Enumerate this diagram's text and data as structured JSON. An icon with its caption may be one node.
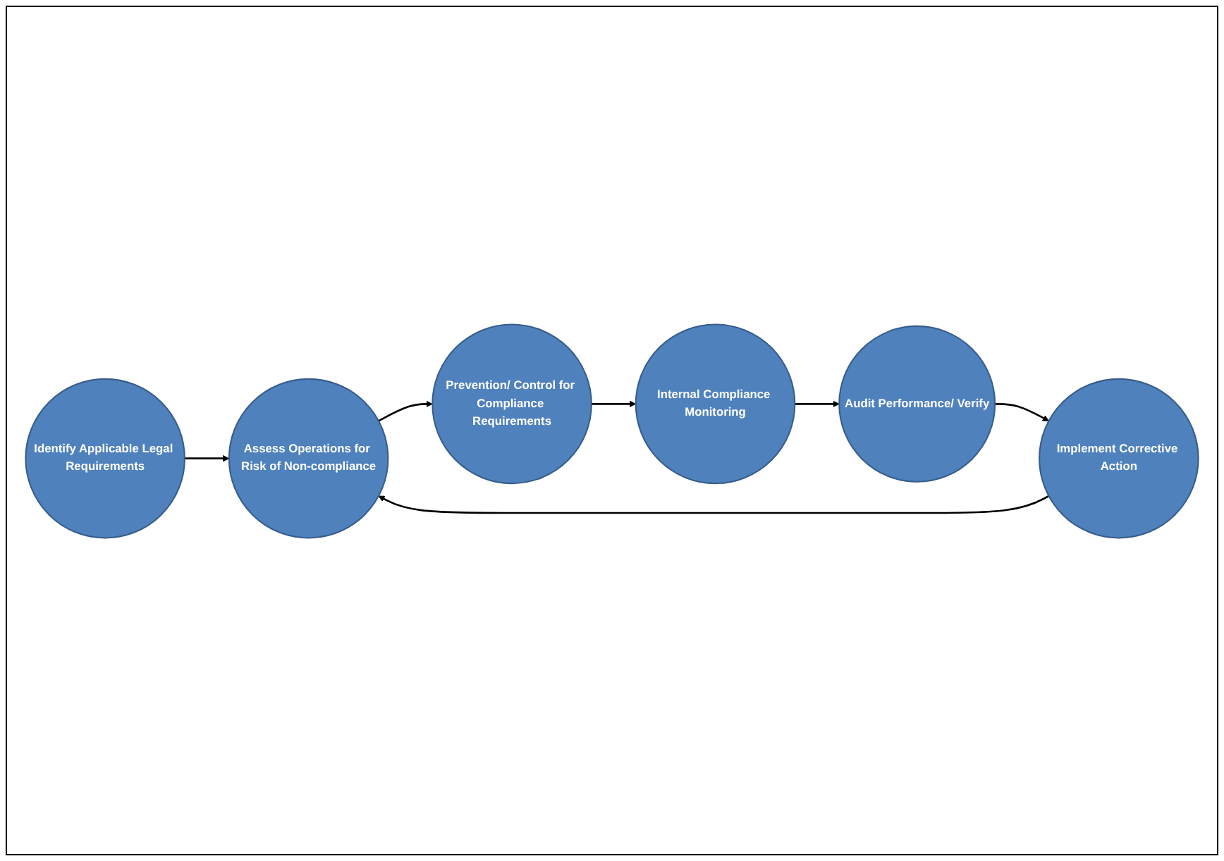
{
  "diagram": {
    "nodes": [
      {
        "text": [
          "Identify Applicable Legal Requirements"
        ]
      },
      {
        "text": [
          "Assess Operations for Risk of Non-compliance"
        ]
      },
      {
        "text": [
          "Prevention/ Control for Compliance Requirements"
        ]
      },
      {
        "text": [
          "Internal Compliance Monitoring"
        ]
      },
      {
        "text": [
          "Audit Performance/ Verify"
        ]
      },
      {
        "text": [
          "Implement Corrective Action"
        ]
      }
    ],
    "edges": [
      {
        "from": 0,
        "to": 1,
        "arrow": "to"
      },
      {
        "from": 1,
        "to": 2,
        "arrow": "to"
      },
      {
        "from": 2,
        "to": 3,
        "arrow": "to"
      },
      {
        "from": 3,
        "to": 4,
        "arrow": "to"
      },
      {
        "from": 4,
        "to": 5,
        "arrow": "to"
      },
      {
        "from": 5,
        "to": 1,
        "arrow": "to"
      }
    ]
  }
}
